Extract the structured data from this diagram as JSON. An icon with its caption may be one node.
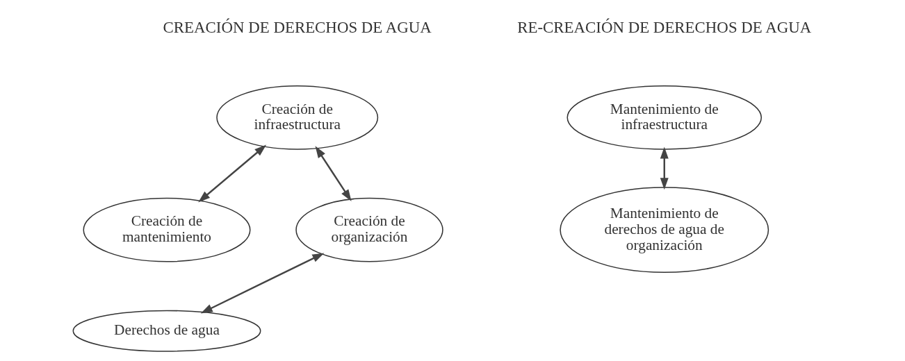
{
  "diagram": {
    "nodes": [
      {
        "text": [
          "Creación de infraestructura"
        ]
      },
      {
        "text": [
          "Creación de mantenimiento"
        ]
      },
      {
        "text": [
          "Creación de organización"
        ]
      },
      {
        "text": [
          "Derechos de agua"
        ]
      },
      {
        "text": [
          "Mantenimiento de infraestructura"
        ]
      },
      {
        "text": [
          "Mantenimiento de derechos de agua de organización"
        ]
      }
    ],
    "edges": [
      {
        "from": 0,
        "to": 1,
        "arrow": "both"
      },
      {
        "from": 0,
        "to": 2,
        "arrow": "both"
      },
      {
        "from": 3,
        "to": 2,
        "arrow": "both"
      },
      {
        "from": 4,
        "to": 5,
        "arrow": "both"
      }
    ],
    "labels": [
      "CREACIÓN DE DERECHOS DE AGUA",
      "RE-CREACIÓN DE DERECHOS DE AGUA"
    ]
  }
}
